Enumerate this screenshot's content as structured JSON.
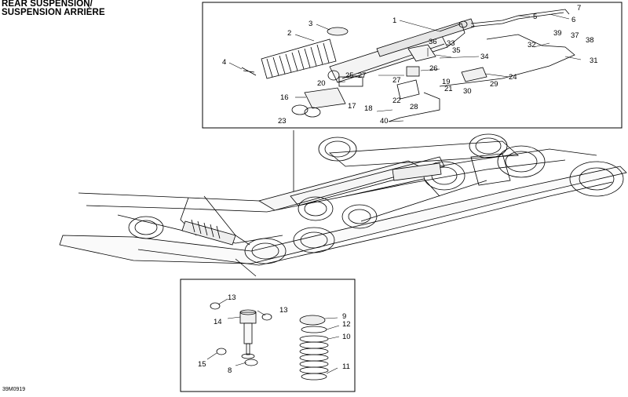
{
  "title": {
    "line1": "REAR SUSPENSION/",
    "line2": "SUSPENSION ARRIÈRE"
  },
  "diagram_code": "39M0919",
  "callouts": {
    "c1": "1",
    "c2": "2",
    "c3": "3",
    "c4": "4",
    "c5": "5",
    "c6": "6",
    "c7": "7",
    "c8": "8",
    "c9": "9",
    "c10": "10",
    "c11": "11",
    "c12": "12",
    "c13a": "13",
    "c13b": "13",
    "c14": "14",
    "c15": "15",
    "c16": "16",
    "c17": "17",
    "c18": "18",
    "c19": "19",
    "c20": "20",
    "c21": "21",
    "c22": "22",
    "c23": "23",
    "c24": "24",
    "c25_27": "25–27",
    "c26": "26",
    "c27": "27",
    "c28": "28",
    "c29": "29",
    "c30": "30",
    "c31": "31",
    "c32": "32",
    "c33": "33",
    "c34": "34",
    "c35": "35",
    "c36": "36",
    "c37": "37",
    "c38": "38",
    "c39": "39",
    "c40": "40"
  }
}
